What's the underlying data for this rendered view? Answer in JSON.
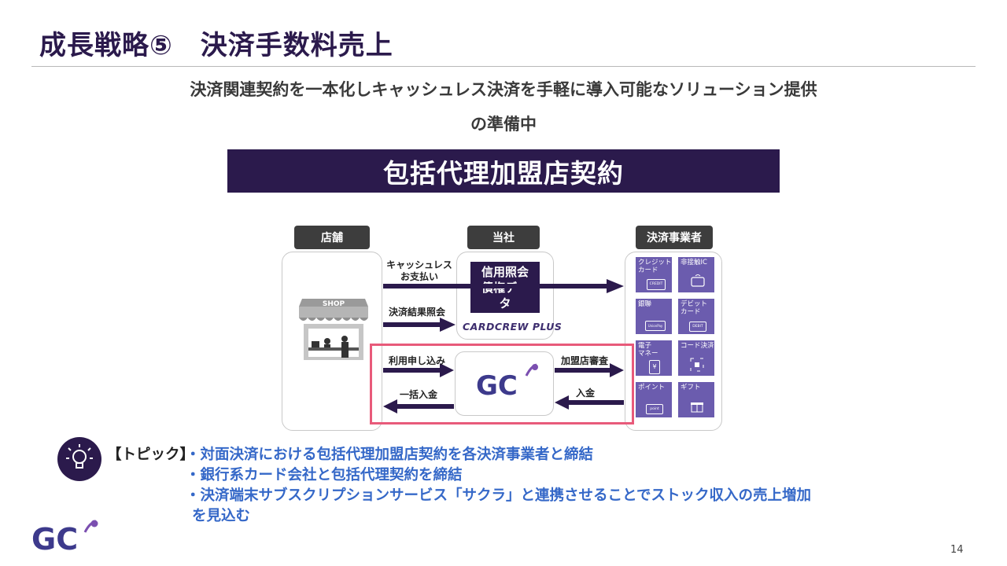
{
  "header": {
    "title": "成長戦略⑤　決済手数料売上",
    "subtitle_line1": "決済関連契約を一本化しキャッシュレス決済を手軽に導入可能なソリューション提供",
    "subtitle_line2": "の準備中"
  },
  "banner": {
    "text": "包括代理加盟店契約"
  },
  "diagram": {
    "tabs": {
      "store": "店舗",
      "company": "当社",
      "providers": "決済事業者"
    },
    "store_sign": "SHOP",
    "credit_box": {
      "line1": "信用照会",
      "line2": "債権デー",
      "line3": "タ"
    },
    "cardcrew_logo": "CARDCREW PLUS",
    "gc_logo": "GC",
    "arrows": {
      "cashless_payment_line1": "キャッシュレス",
      "cashless_payment_line2": "お支払い",
      "settlement_inquiry": "決済結果照会",
      "application": "利用申し込み",
      "merchant_review": "加盟店審査",
      "lump_sum_deposit": "一括入金",
      "deposit": "入金"
    },
    "provider_tiles": [
      {
        "label": "クレジット\nカード",
        "icon_text": "CREDIT"
      },
      {
        "label": "非接触IC",
        "icon_text": ""
      },
      {
        "label": "銀聯",
        "icon_text": "UnionPay"
      },
      {
        "label": "デビット\nカード",
        "icon_text": "DEBIT"
      },
      {
        "label": "電子\nマネー",
        "icon_text": "¥"
      },
      {
        "label": "コード決済",
        "icon_text": ""
      },
      {
        "label": "ポイント",
        "icon_text": "point"
      },
      {
        "label": "ギフト",
        "icon_text": ""
      }
    ]
  },
  "topic": {
    "heading": "【トピック】",
    "item1": "・対面決済における包括代理加盟店契約を各決済事業者と締結",
    "item2": "・銀行系カード会社と包括代理契約を締結",
    "item3": "・決済端末サブスクリプションサービス「サクラ」と連携させることでストック収入の売上増加",
    "item3_cont": "を見込む"
  },
  "footer": {
    "page_number": "14",
    "logo_text": "GC"
  },
  "colors": {
    "brand_purple": "#2b1a4c",
    "tile_purple": "#6b5cae",
    "topic_blue": "#3568c8",
    "highlight_red": "#e85a7a"
  }
}
